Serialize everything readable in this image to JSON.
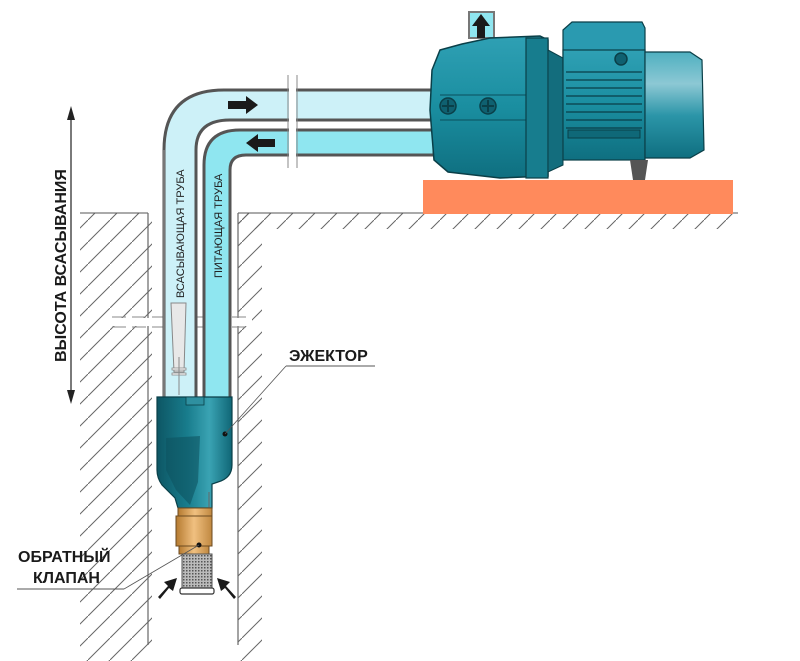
{
  "title": "Схема подключения насоса с выносным эжектором",
  "labels": {
    "suction_height": "ВЫСОТА ВСАСЫВАНИЯ",
    "suction_pipe": "ВСАСЫВАЮЩАЯ ТРУБА",
    "supply_pipe": "ПИТАЮЩАЯ ТРУБА",
    "ejector": "ЭЖЕКТОР",
    "check_valve_line1": "ОБРАТНЫЙ",
    "check_valve_line2": "КЛАПАН"
  },
  "flow_arrows": {
    "suction_pipe_direction": "right",
    "supply_pipe_direction": "left",
    "pump_outlet_direction": "up",
    "inlet_direction": "inward"
  },
  "colors": {
    "suction_water": "#cdf1f8",
    "supply_water": "#8fe6f0",
    "pump_body": "#1a8ea0",
    "pump_dark": "#0e5f6e",
    "base": "#ff8a5c",
    "valve_brass": "#e0a860",
    "hatch": "#555555"
  }
}
